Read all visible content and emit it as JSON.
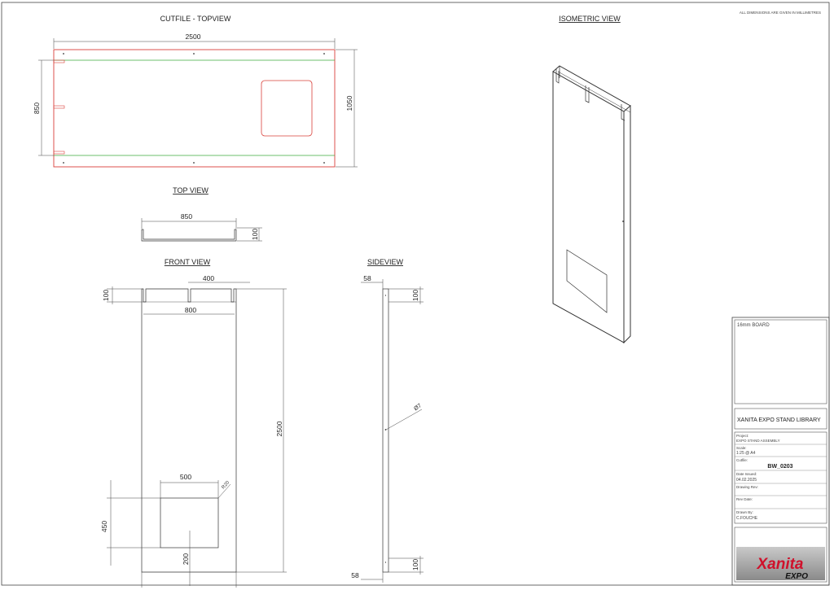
{
  "header": {
    "note": "ALL DIMENSIONS ARE GIVEN IN MILLIMETRES"
  },
  "views": {
    "cutfile": "CUTFILE - TOPVIEW",
    "top": "TOP VIEW",
    "front": "FRONT VIEW",
    "side": "SIDEVIEW",
    "iso": "ISOMETRIC VIEW"
  },
  "dims": {
    "cut_width": "2500",
    "cut_height": "1050",
    "cut_inner": "850",
    "top_width": "850",
    "top_depth": "100",
    "front_slot_w": "400",
    "front_slot_h": "100",
    "front_width": "800",
    "front_height": "2500",
    "front_opening_w": "500",
    "front_opening_h": "450",
    "front_radius": "R20",
    "front_bottom": "200",
    "side_top_w": "58",
    "side_top_h": "100",
    "side_hole": "Ø7",
    "side_bot_w": "58",
    "side_bot_h": "100"
  },
  "title_block": {
    "material": "16mm BOARD",
    "library": "XANITA EXPO STAND LIBRARY",
    "project_label": "Project:",
    "project_value": "EXPO STAND ASSEMBLY",
    "scale_label": "Scale:",
    "scale_value": "1:25 @ A4",
    "cutfile_label": "Cutfile:",
    "cutfile_value": "BW_0203",
    "date_label": "Date Issued:",
    "date_value": "04.02.2025",
    "drawing_rev_label": "Drawing Rev:",
    "rev_date_label": "Rev Date:",
    "drawn_label": "Drawn By:",
    "drawn_value": "C.FOUCHE",
    "logo_main": "Xanita",
    "logo_sub": "EXPO",
    "logo_color": "#d0112b"
  }
}
